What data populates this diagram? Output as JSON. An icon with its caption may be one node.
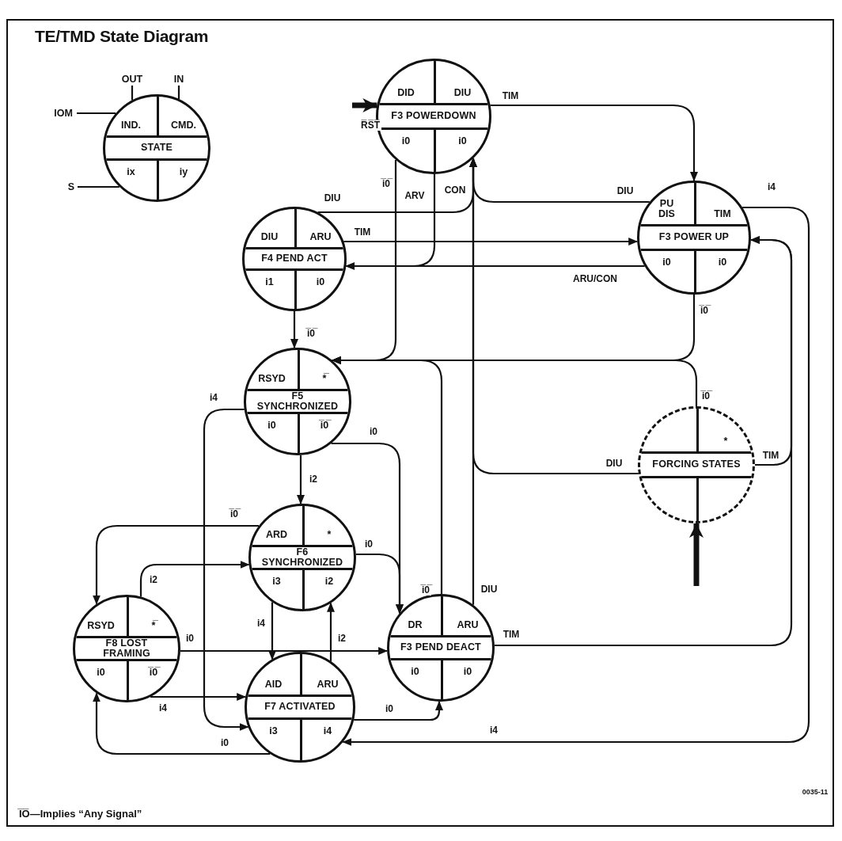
{
  "diagram": {
    "title": "TE/TMD State Diagram",
    "caption": "I̅O̅—Implies “Any Signal”",
    "nodes": [
      {
        "text": [
          "IND.",
          "CMD.",
          "STATE",
          "ix",
          "iy"
        ]
      },
      {
        "text": [
          "DID",
          "DIU",
          "F3 POWERDOWN",
          "i0",
          "i0"
        ]
      },
      {
        "text": [
          "PU DIS",
          "TIM",
          "F3 POWER UP",
          "i0",
          "i0"
        ]
      },
      {
        "text": [
          "DIU",
          "ARU",
          "F4 PEND ACT",
          "i1",
          "i0"
        ]
      },
      {
        "text": [
          "RSYD",
          "*̅",
          "F5 SYNCHRONIZED",
          "i0",
          "i̅0̅"
        ]
      },
      {
        "text": [
          "ARD",
          "*",
          "F6 SYNCHRONIZED",
          "i3",
          "i2"
        ]
      },
      {
        "text": [
          "RSYD",
          "*̅",
          "F8 LOST FRAMING",
          "i0",
          "i̅0̅"
        ]
      },
      {
        "text": [
          "AID",
          "ARU",
          "F7 ACTIVATED",
          "i3",
          "i4"
        ]
      },
      {
        "text": [
          "DR",
          "ARU",
          "F3 PEND DEACT",
          "i0",
          "i0"
        ]
      },
      {
        "text": [
          "*",
          "FORCING STATES"
        ]
      },
      {
        "text": [
          "OUT"
        ]
      },
      {
        "text": [
          "IN"
        ]
      },
      {
        "text": [
          "IOM"
        ]
      },
      {
        "text": [
          "S"
        ]
      }
    ],
    "edges": [
      {
        "from": null,
        "to": 1,
        "arrow": "to",
        "label": "R̅S̅T̅",
        "style": "thick"
      },
      {
        "from": 1,
        "to": 2,
        "arrow": "to",
        "label": "TIM"
      },
      {
        "from": 1,
        "to": 4,
        "arrow": "to",
        "label": "i̅0̅"
      },
      {
        "from": 1,
        "to": 3,
        "arrow": "to",
        "label": "ARV"
      },
      {
        "from": 2,
        "to": 3,
        "arrow": "to",
        "label": "ARU/CON"
      },
      {
        "from": 3,
        "to": 2,
        "arrow": "to",
        "label": "TIM"
      },
      {
        "from": 3,
        "to": 4,
        "arrow": "to",
        "label": "i̅0̅"
      },
      {
        "from": 2,
        "to": 1,
        "arrow": "to",
        "label": "DIU"
      },
      {
        "from": 3,
        "to": 1,
        "arrow": "to",
        "label": "DIU"
      },
      {
        "from": 8,
        "to": 1,
        "arrow": "to",
        "label": "DIU"
      },
      {
        "from": 9,
        "to": 1,
        "arrow": "to",
        "label": "DIU"
      },
      {
        "from": 2,
        "to": 4,
        "arrow": "to",
        "label": "i̅0̅"
      },
      {
        "from": 9,
        "to": 4,
        "arrow": "to",
        "label": "i̅0̅"
      },
      {
        "from": 8,
        "to": 4,
        "arrow": "to",
        "label": "i̅0̅"
      },
      {
        "from": 8,
        "to": 2,
        "arrow": "to",
        "label": "TIM"
      },
      {
        "from": 9,
        "to": 2,
        "arrow": "to",
        "label": "TIM"
      },
      {
        "from": 2,
        "to": 7,
        "arrow": "to",
        "label": "i4"
      },
      {
        "from": null,
        "to": 9,
        "arrow": "to",
        "style": "thick"
      },
      {
        "from": 4,
        "to": 7,
        "arrow": "to",
        "label": "i4"
      },
      {
        "from": 4,
        "to": 5,
        "arrow": "to",
        "label": "i2"
      },
      {
        "from": 4,
        "to": 8,
        "arrow": "to",
        "label": "i0"
      },
      {
        "from": 5,
        "to": 6,
        "arrow": "to",
        "label": "i̅0̅"
      },
      {
        "from": 6,
        "to": 5,
        "arrow": "to",
        "label": "i2"
      },
      {
        "from": 5,
        "to": 8,
        "arrow": "to",
        "label": "i0"
      },
      {
        "from": 5,
        "to": 7,
        "arrow": "to",
        "label": "i4"
      },
      {
        "from": 7,
        "to": 5,
        "arrow": "to",
        "label": "i2"
      },
      {
        "from": 6,
        "to": 8,
        "arrow": "to",
        "label": "i0"
      },
      {
        "from": 6,
        "to": 7,
        "arrow": "to",
        "label": "i4"
      },
      {
        "from": 7,
        "to": 8,
        "arrow": "to",
        "label": "i0"
      },
      {
        "from": 7,
        "to": 6,
        "arrow": "to",
        "label": "i0"
      },
      {
        "from": 10,
        "to": 0,
        "arrow": "none"
      },
      {
        "from": 11,
        "to": 0,
        "arrow": "none"
      },
      {
        "from": 12,
        "to": 0,
        "arrow": "none"
      },
      {
        "from": 13,
        "to": 0,
        "arrow": "none"
      }
    ],
    "labels": [
      "CON",
      "i4",
      "0035-11"
    ]
  }
}
